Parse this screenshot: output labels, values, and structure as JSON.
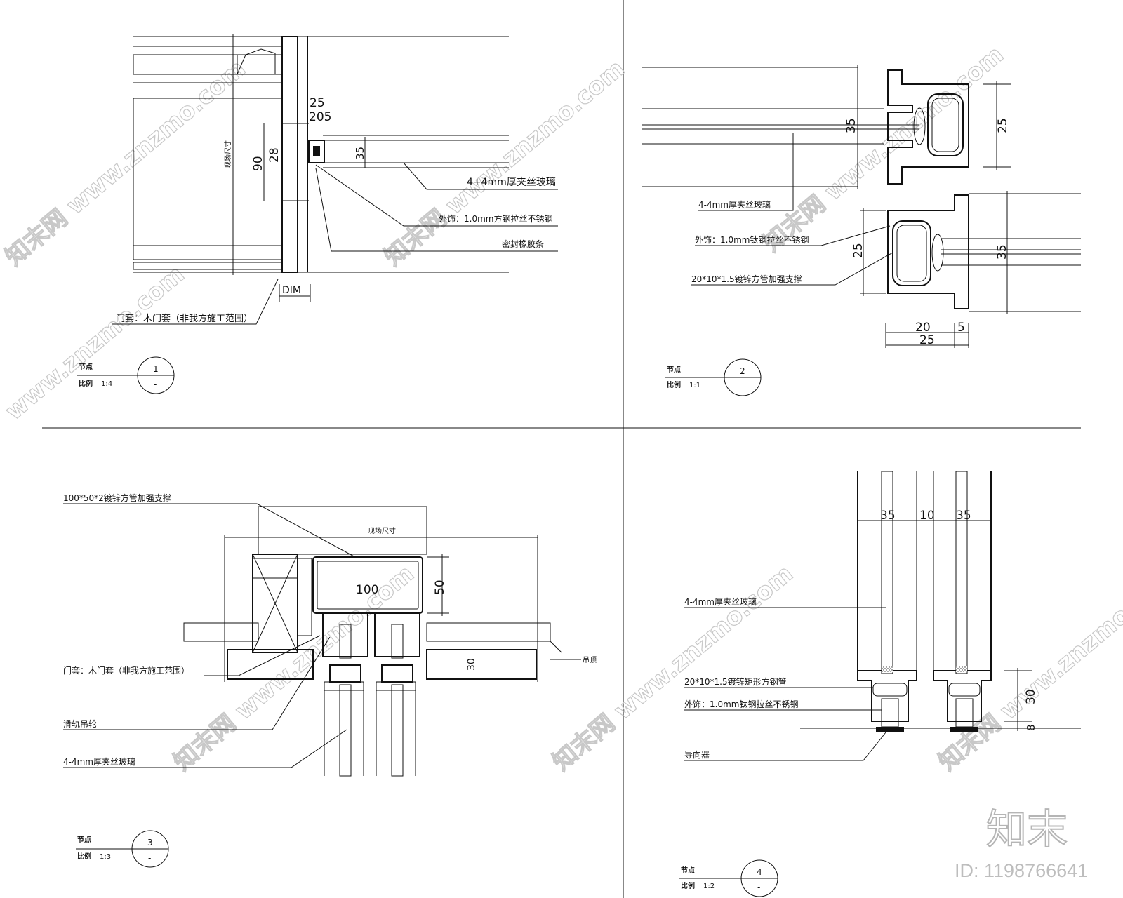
{
  "details": [
    {
      "id": "detail-1",
      "number": "1",
      "sub": "-",
      "title_label": "节点",
      "scale_label": "比例",
      "scale": "1:4",
      "dims": [
        "25",
        "205",
        "28",
        "90",
        "35",
        "DIM"
      ],
      "vertical_label": "现场尺寸",
      "callouts": [
        "4+4mm厚夹丝玻璃",
        "外饰：1.0mm方钢拉丝不锈钢",
        "密封橡胶条",
        "门套：木门套（非我方施工范围）"
      ]
    },
    {
      "id": "detail-2",
      "number": "2",
      "sub": "-",
      "title_label": "节点",
      "scale_label": "比例",
      "scale": "1:1",
      "dims": [
        "35",
        "25",
        "25",
        "35",
        "20",
        "5",
        "25"
      ],
      "callouts": [
        "4-4mm厚夹丝玻璃",
        "外饰：1.0mm钛钢拉丝不锈钢",
        "20*10*1.5镀锌方管加强支撑"
      ]
    },
    {
      "id": "detail-3",
      "number": "3",
      "sub": "-",
      "title_label": "节点",
      "scale_label": "比例",
      "scale": "1:3",
      "dims": [
        "100",
        "50",
        "30"
      ],
      "top_label": "现场尺寸",
      "ceiling_label": "吊顶",
      "callouts": [
        "100*50*2镀锌方管加强支撑",
        "门套：木门套（非我方施工范围）",
        "滑轨吊轮",
        "4-4mm厚夹丝玻璃"
      ]
    },
    {
      "id": "detail-4",
      "number": "4",
      "sub": "-",
      "title_label": "节点",
      "scale_label": "比例",
      "scale": "1:2",
      "dims": [
        "35",
        "10",
        "35",
        "30",
        "8"
      ],
      "callouts": [
        "4-4mm厚夹丝玻璃",
        "20*10*1.5镀锌矩形方钢管",
        "外饰：1.0mm钛钢拉丝不锈钢",
        "导向器"
      ]
    }
  ],
  "watermark": {
    "text": "znzmo.com",
    "logo": "知末",
    "id_text": "ID: 1198766641"
  }
}
